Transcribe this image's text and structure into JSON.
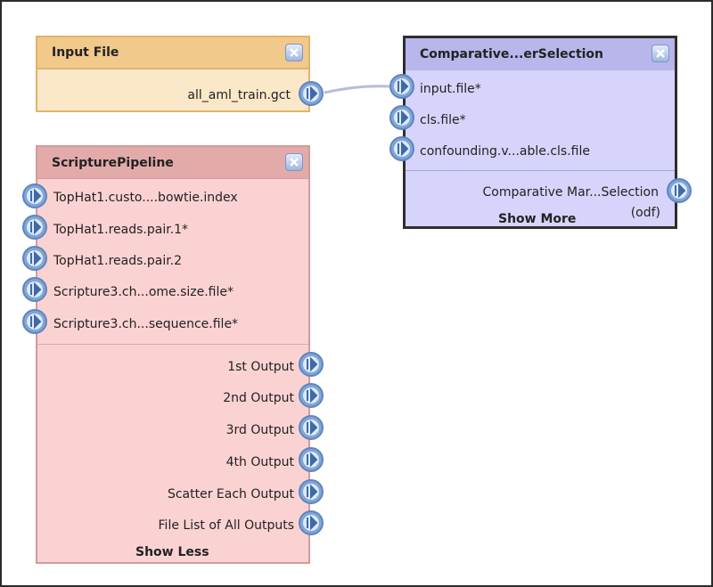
{
  "input_module": {
    "title": "Input File",
    "outputs": [
      "all_aml_train.gct"
    ]
  },
  "comparative_module": {
    "title": "Comparative...erSelection",
    "inputs": [
      "input.file*",
      "cls.file*",
      "confounding.v...able.cls.file"
    ],
    "output_label": "Comparative Mar...Selection",
    "output_format": "(odf)",
    "toggle_label": "Show More"
  },
  "scripture_module": {
    "title": "ScripturePipeline",
    "inputs": [
      "TopHat1.custo....bowtie.index",
      "TopHat1.reads.pair.1*",
      "TopHat1.reads.pair.2",
      "Scripture3.ch...ome.size.file*",
      "Scripture3.ch...sequence.file*"
    ],
    "outputs": [
      "1st Output",
      "2nd Output",
      "3rd Output",
      "4th Output",
      "Scatter Each Output",
      "File List of All Outputs"
    ],
    "toggle_label": "Show Less"
  },
  "colors": {
    "input_header": "#f1c98b",
    "input_body": "#fbe8c8",
    "input_border": "#e4b26a",
    "comparative_header": "#b8b6ea",
    "comparative_body": "#d6d4fb",
    "comparative_border": "#2e2e2e",
    "scripture_header": "#e3aaaa",
    "scripture_body": "#fbd2d2",
    "scripture_border": "#d39b9b",
    "port_blue": "#7fa6d8",
    "connector": "#b6bcd6"
  }
}
